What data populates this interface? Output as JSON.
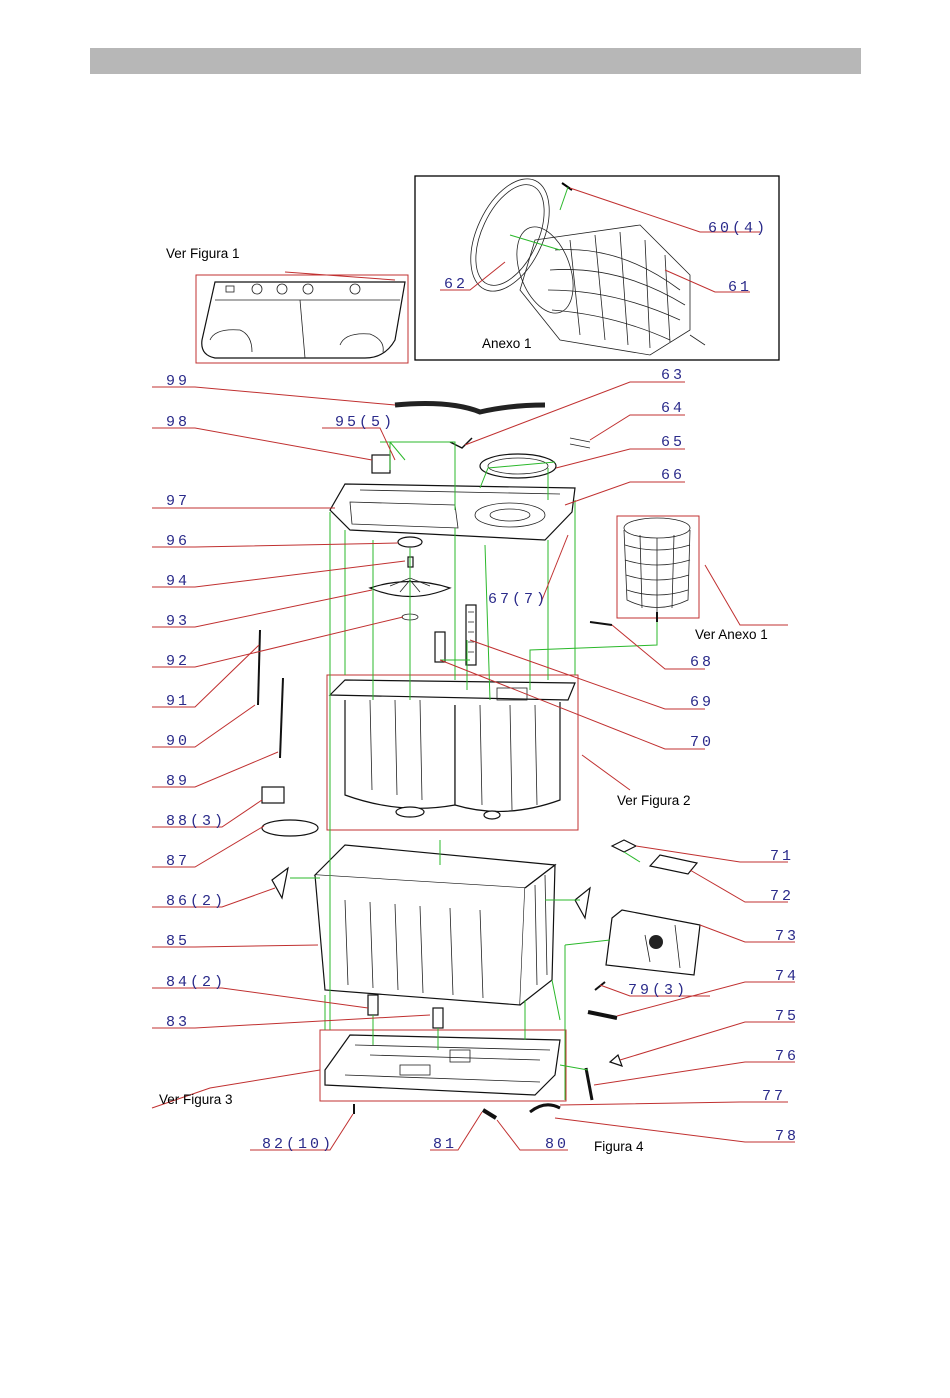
{
  "figures": {
    "fig1": "Ver Figura 1",
    "fig2": "Ver Figura 2",
    "fig3": "Ver Figura 3",
    "fig4": "Figura 4",
    "annex_ref": "Ver Anexo 1",
    "annex_title": "Anexo 1"
  },
  "callouts": [
    "60(4)",
    "61",
    "62",
    "63",
    "64",
    "65",
    "66",
    "67(7)",
    "68",
    "69",
    "70",
    "71",
    "72",
    "73",
    "74",
    "75",
    "76",
    "77",
    "78",
    "79(3)",
    "80",
    "81",
    "82(10)",
    "83",
    "84(2)",
    "85",
    "86(2)",
    "87",
    "88(3)",
    "89",
    "90",
    "91",
    "92",
    "93",
    "94",
    "95(5)",
    "96",
    "97",
    "98",
    "99"
  ],
  "colors": {
    "leader": "#c03030",
    "guide": "#2bb82b",
    "callout_text": "#2a2a8a",
    "header_bar": "#b7b7b7"
  }
}
